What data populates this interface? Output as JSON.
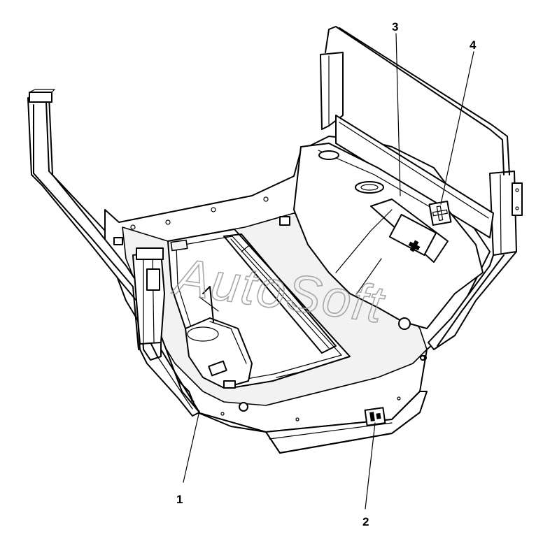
{
  "watermark": "AutoSoft",
  "callouts": [
    {
      "id": "1",
      "label": "1"
    },
    {
      "id": "2",
      "label": "2"
    },
    {
      "id": "3",
      "label": "3"
    },
    {
      "id": "4",
      "label": "4"
    }
  ],
  "icons": {
    "first_aid": "first-aid-cross-icon",
    "extinguisher_sign": "fire-extinguisher-sign-icon"
  }
}
